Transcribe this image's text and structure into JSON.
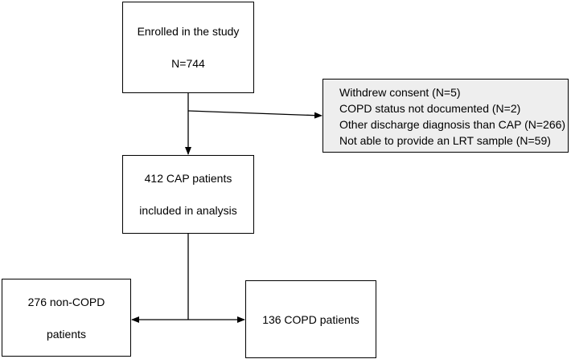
{
  "flowchart": {
    "enrolled": {
      "line1": "Enrolled in the study",
      "line2": "N=744"
    },
    "exclusions": [
      "Withdrew consent (N=5)",
      "COPD status not documented  (N=2)",
      "Other discharge diagnosis than CAP (N=266)",
      "Not able to provide an LRT sample (N=59)"
    ],
    "analysis": {
      "line1": "412 CAP patients",
      "line2": "included in analysis"
    },
    "non_copd": {
      "line1": "276 non-COPD",
      "line2": "patients"
    },
    "copd": {
      "line1": "136 COPD patients"
    }
  },
  "colors": {
    "exclusion_box_fill": "#eeeeee",
    "line_color": "#000000"
  }
}
